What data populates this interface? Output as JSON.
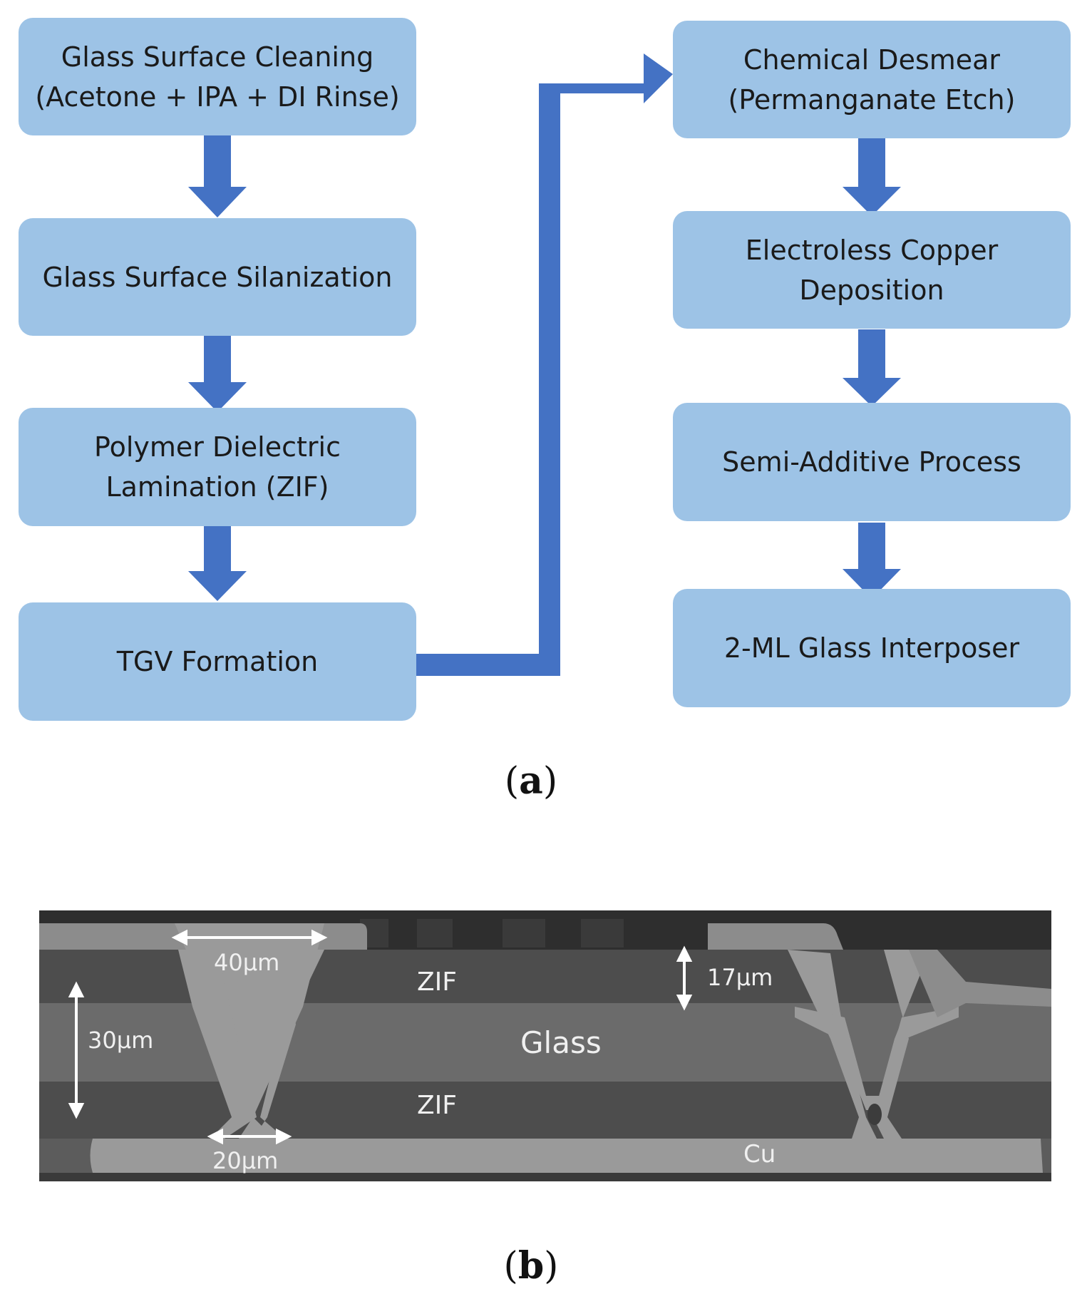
{
  "panel_a": {
    "left_column": [
      {
        "line1": "Glass Surface Cleaning",
        "line2": "(Acetone + IPA + DI Rinse)"
      },
      {
        "line1": "Glass Surface Silanization",
        "line2": ""
      },
      {
        "line1": "Polymer Dielectric",
        "line2": "Lamination (ZIF)"
      },
      {
        "line1": "TGV Formation",
        "line2": ""
      }
    ],
    "right_column": [
      {
        "line1": "Chemical Desmear",
        "line2": "(Permanganate Etch)"
      },
      {
        "line1": "Electroless Copper",
        "line2": "Deposition"
      },
      {
        "line1": "Semi-Additive Process",
        "line2": ""
      },
      {
        "line1": "2-ML Glass Interposer",
        "line2": ""
      }
    ],
    "arrow_color": "#4472c4",
    "box_color": "#9dc3e6",
    "caption": "a"
  },
  "panel_b": {
    "labels": {
      "zif_top": "ZIF",
      "zif_bottom": "ZIF",
      "glass": "Glass",
      "cu": "Cu",
      "dim_40": "40µm",
      "dim_30": "30µm",
      "dim_17": "17µm",
      "dim_20": "20µm"
    },
    "caption": "b"
  }
}
